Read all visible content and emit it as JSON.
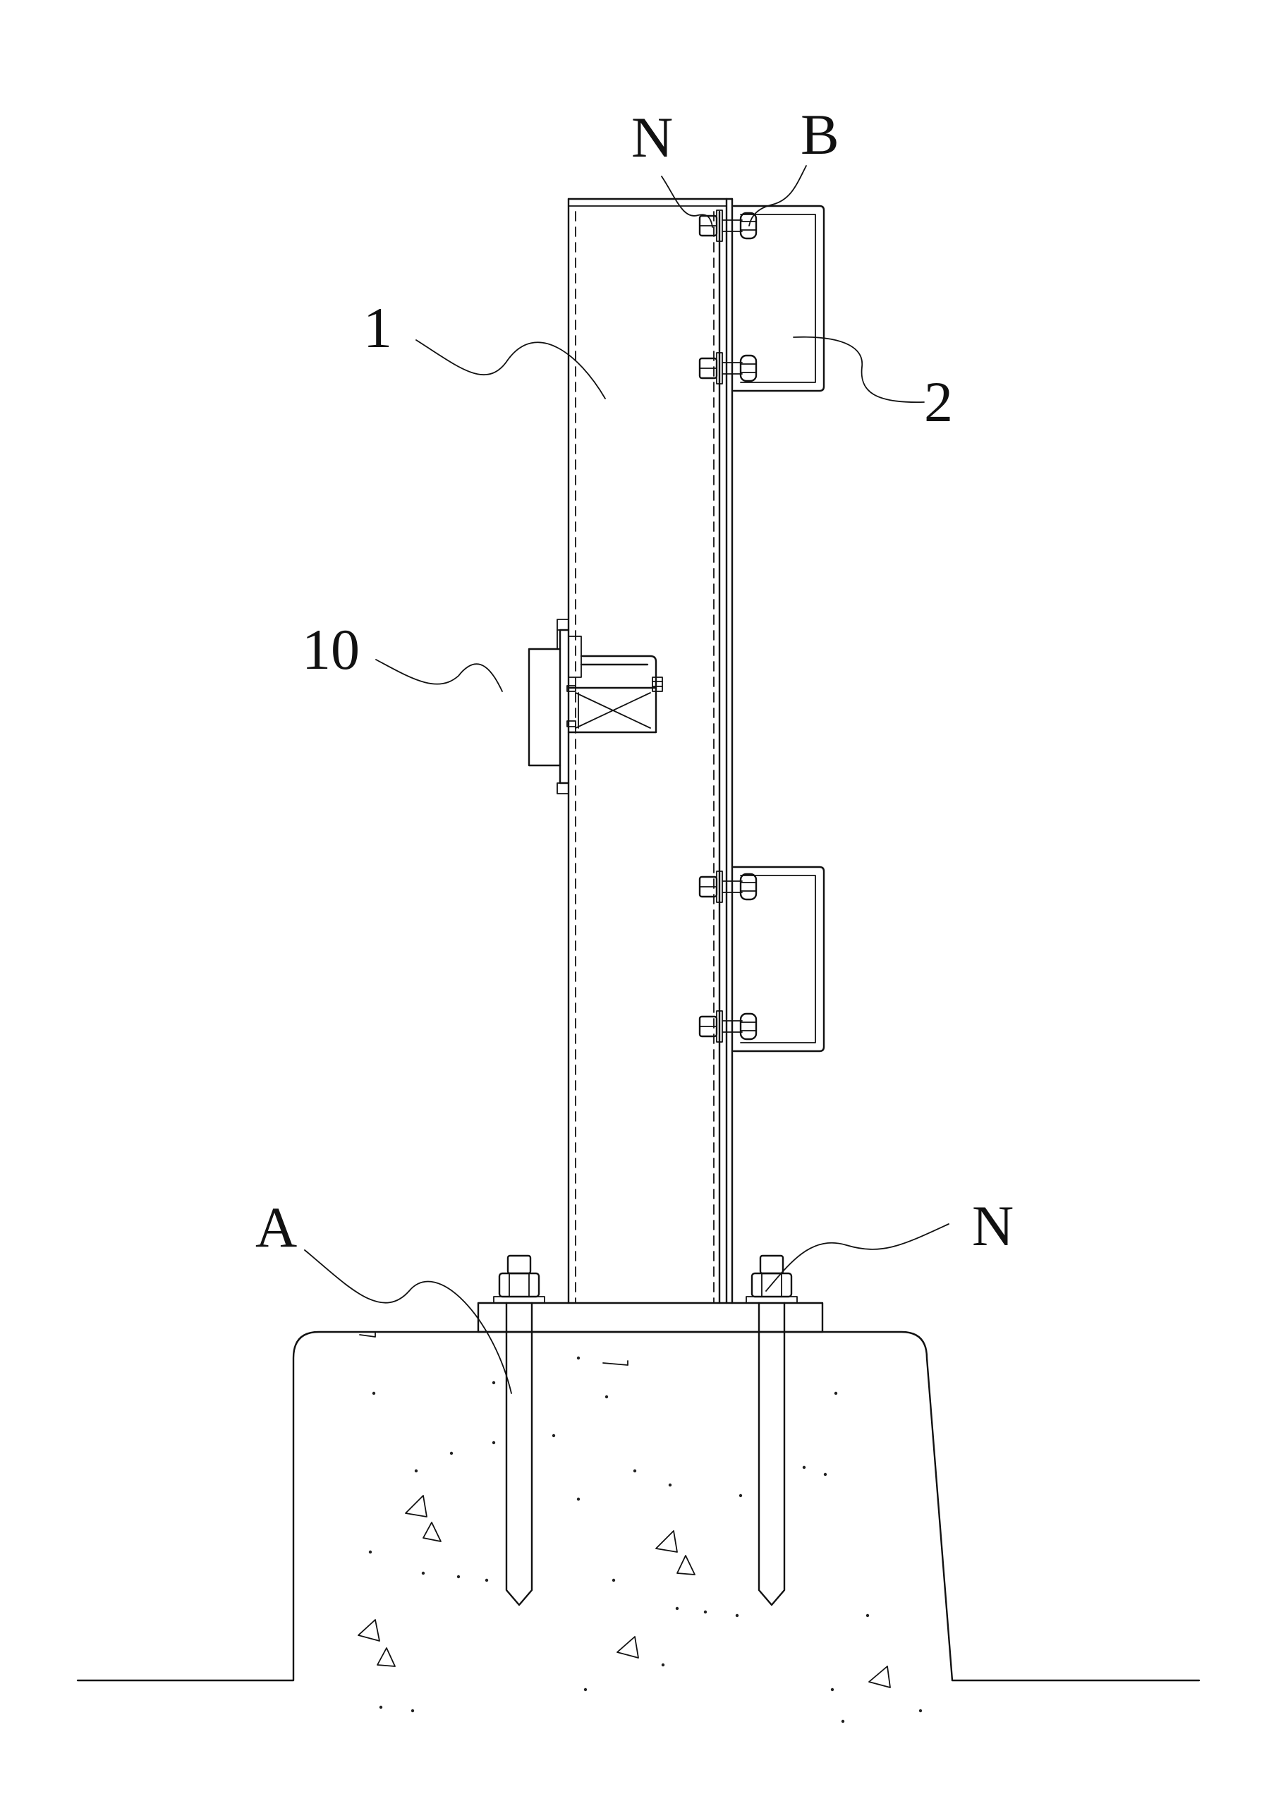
{
  "labels": {
    "post": "1",
    "beam": "2",
    "bracket": "10",
    "nut_top": "N",
    "bolt_top": "B",
    "anchor": "A",
    "nut_bottom": "N"
  },
  "colors": {
    "line": "#111111",
    "background": "#ffffff"
  }
}
